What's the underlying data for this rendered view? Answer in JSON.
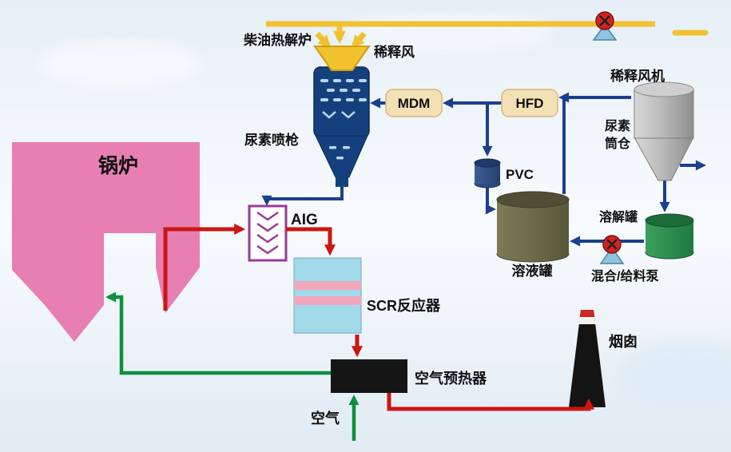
{
  "diagram": {
    "type": "process-flow",
    "labels": {
      "boiler": "锅炉",
      "diesel_pyrolysis_furnace": "柴油热解炉",
      "dilution_air": "稀释风",
      "urea_spray_gun": "尿素喷枪",
      "mdm": "MDM",
      "hfd": "HFD",
      "pvc": "PVC",
      "solution_tank": "溶液罐",
      "dilution_fan": "稀释风机",
      "urea_silo_line1": "尿素",
      "urea_silo_line2": "筒仓",
      "dissolving_tank": "溶解罐",
      "mixing_feed_pump": "混合/给料泵",
      "aig": "AIG",
      "scr_reactor": "SCR反应器",
      "air_preheater": "空气预热器",
      "air": "空气",
      "chimney": "烟囱"
    },
    "line_colors": {
      "flue_gas_red": "#cc1612",
      "air_green": "#0f8f3f",
      "urea_solution_blue": "#1b3f8f",
      "dilution_air_yellow": "#f2c12e"
    },
    "equipment_colors": {
      "boiler_pink": "#e87fb2",
      "vessel_navy": "#14417e",
      "module_beige": "#f3e0b4",
      "scr_body_blue": "#a3dae9",
      "scr_stripe_pink": "#f2a8bc",
      "aig_purple": "#993a96",
      "solution_tank_olive": "#6e6c4a",
      "dissolving_tank_green": "#2f8f4f",
      "silo_gray": "#b5b5b5",
      "preheater_black": "#151515",
      "chimney_black": "#141414"
    }
  }
}
